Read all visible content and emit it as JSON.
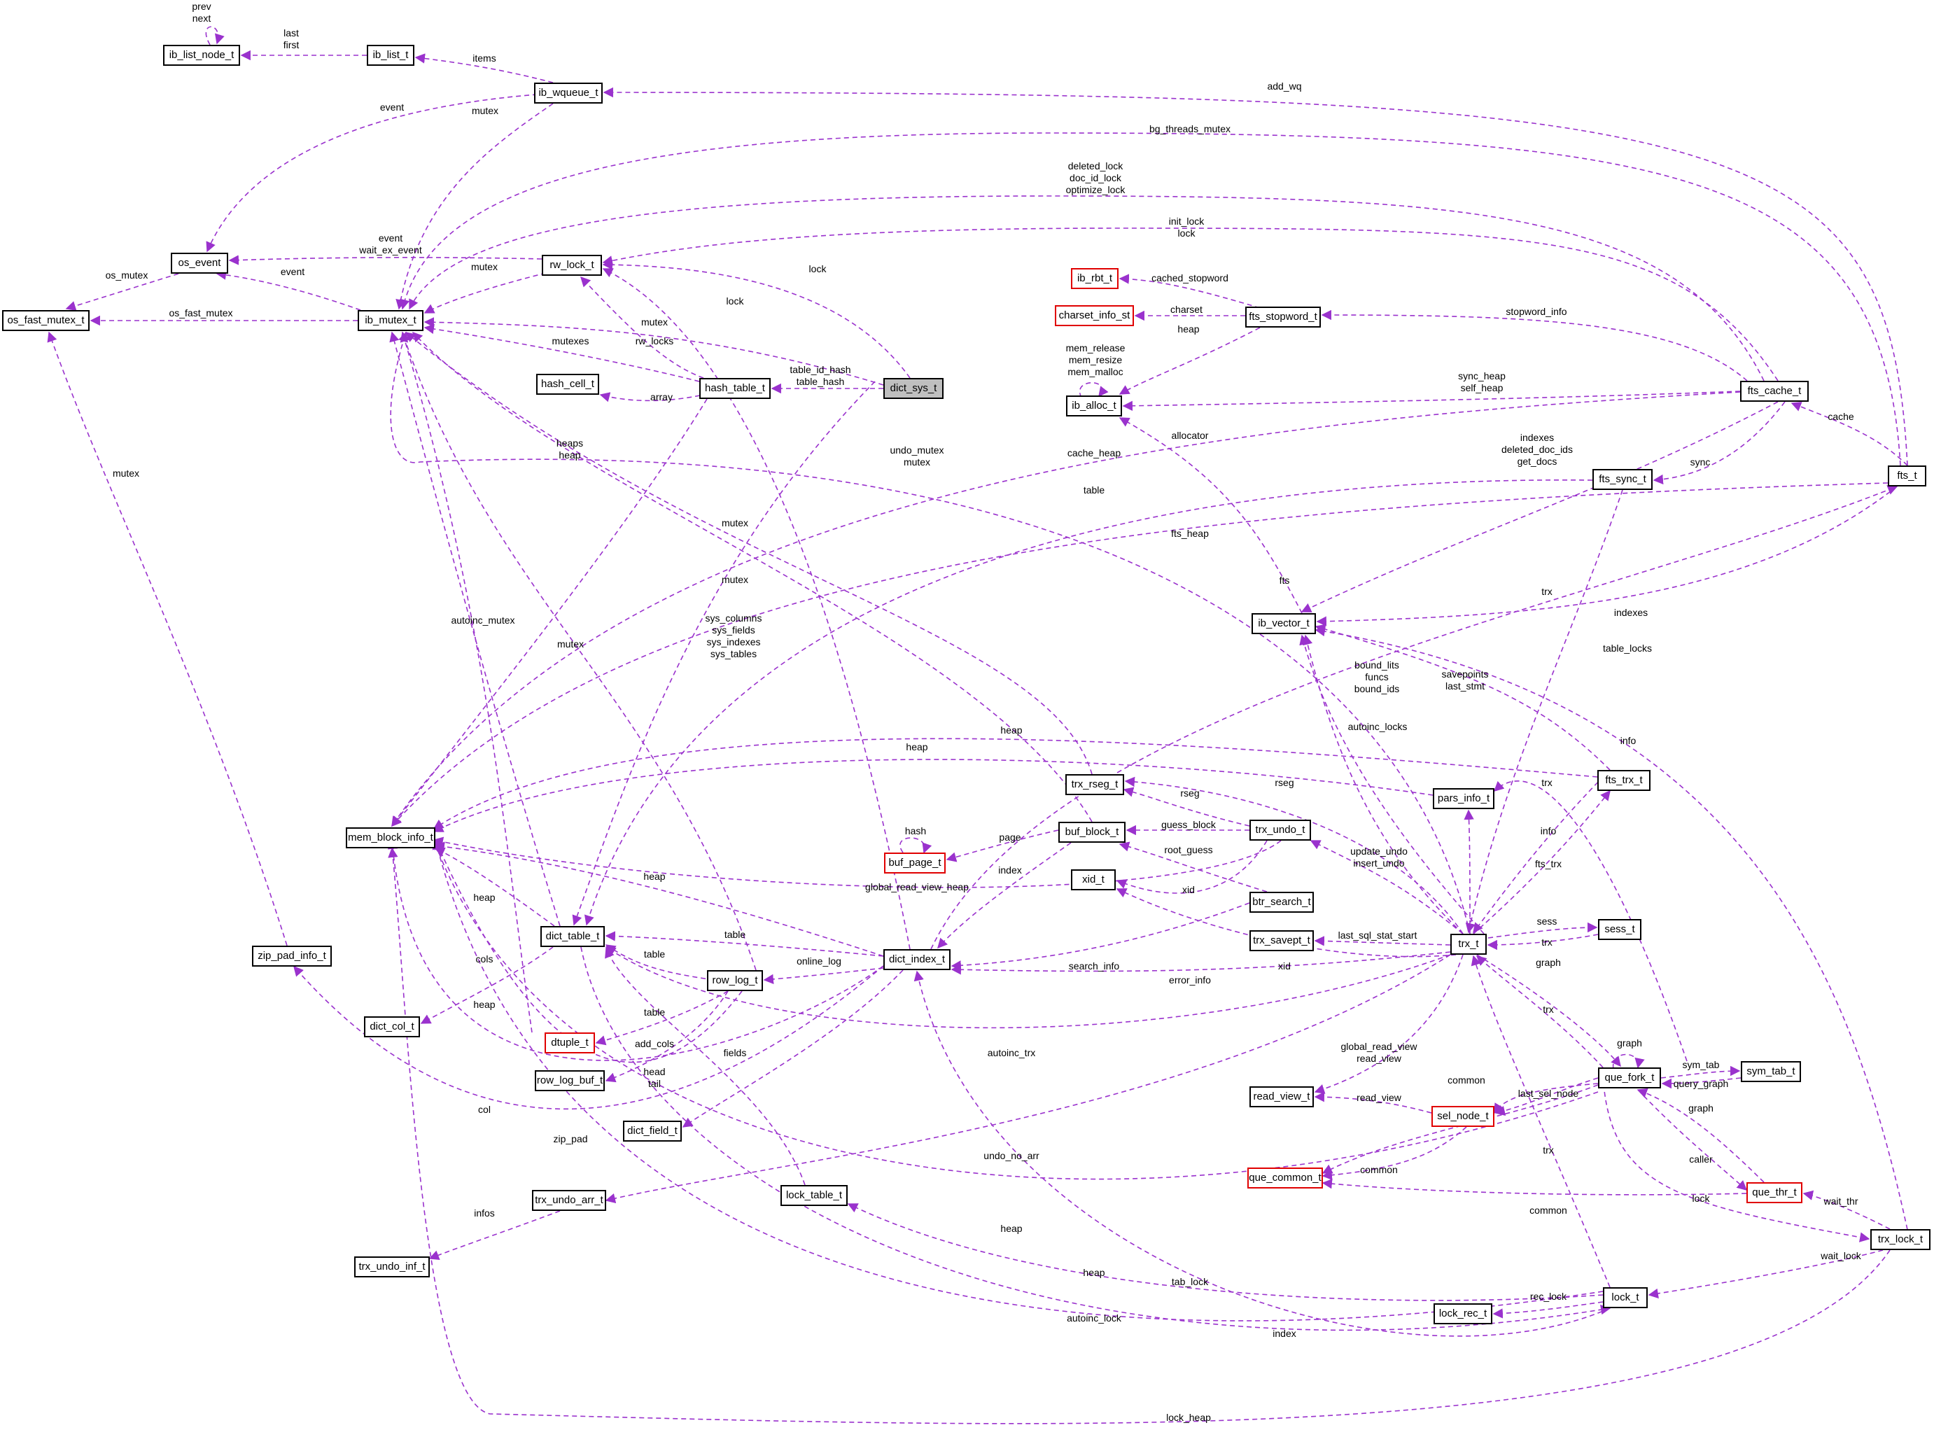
{
  "colors": {
    "edge": "#9a32cd",
    "node_border": "#000000",
    "highlight_border": "#e00000",
    "focus_fill": "#bfbfbf"
  },
  "nodes": {
    "ib_list_node_t": "ib_list_node_t",
    "ib_list_t": "ib_list_t",
    "ib_wqueue_t": "ib_wqueue_t",
    "os_event": "os_event",
    "os_fast_mutex_t": "os_fast_mutex_t",
    "rw_lock_t": "rw_lock_t",
    "ib_mutex_t": "ib_mutex_t",
    "hash_cell_t": "hash_cell_t",
    "hash_table_t": "hash_table_t",
    "dict_sys_t": "dict_sys_t",
    "ib_rbt_t": "ib_rbt_t",
    "charset_info_st": "charset_info_st",
    "fts_stopword_t": "fts_stopword_t",
    "ib_alloc_t": "ib_alloc_t",
    "fts_cache_t": "fts_cache_t",
    "fts_t": "fts_t",
    "fts_sync_t": "fts_sync_t",
    "ib_vector_t": "ib_vector_t",
    "mem_block_info_t": "mem_block_info_t",
    "trx_rseg_t": "trx_rseg_t",
    "buf_page_t": "buf_page_t",
    "buf_block_t": "buf_block_t",
    "trx_undo_t": "trx_undo_t",
    "pars_info_t": "pars_info_t",
    "fts_trx_t": "fts_trx_t",
    "xid_t": "xid_t",
    "btr_search_t": "btr_search_t",
    "trx_savept_t": "trx_savept_t",
    "trx_t": "trx_t",
    "sess_t": "sess_t",
    "zip_pad_info_t": "zip_pad_info_t",
    "dict_table_t": "dict_table_t",
    "dict_index_t": "dict_index_t",
    "row_log_t": "row_log_t",
    "dict_col_t": "dict_col_t",
    "dtuple_t": "dtuple_t",
    "row_log_buf_t": "row_log_buf_t",
    "dict_field_t": "dict_field_t",
    "que_fork_t": "que_fork_t",
    "sym_tab_t": "sym_tab_t",
    "read_view_t": "read_view_t",
    "sel_node_t": "sel_node_t",
    "que_common_t": "que_common_t",
    "que_thr_t": "que_thr_t",
    "trx_undo_arr_t": "trx_undo_arr_t",
    "lock_table_t": "lock_table_t",
    "trx_lock_t": "trx_lock_t",
    "trx_undo_inf_t": "trx_undo_inf_t",
    "lock_t": "lock_t",
    "lock_rec_t": "lock_rec_t"
  },
  "edge_labels": {
    "prev_next": [
      "prev",
      "next"
    ],
    "last_first": [
      "last",
      "first"
    ],
    "items": [
      "items"
    ],
    "add_wq": [
      "add_wq"
    ],
    "event_wq": [
      "event"
    ],
    "mutex_wq": [
      "mutex"
    ],
    "bg_threads_mutex": [
      "bg_threads_mutex"
    ],
    "deleted_lock": [
      "deleted_lock",
      "doc_id_lock",
      "optimize_lock"
    ],
    "init_lock": [
      "init_lock",
      "lock"
    ],
    "os_mutex": [
      "os_mutex"
    ],
    "event_rw": [
      "event",
      "wait_ex_event"
    ],
    "mutex_rw": [
      "mutex"
    ],
    "event_mutex": [
      "event"
    ],
    "os_fast_mutex": [
      "os_fast_mutex"
    ],
    "lock_dict_sys": [
      "lock"
    ],
    "lock_dict_index": [
      "lock"
    ],
    "cached_stopword": [
      "cached_stopword"
    ],
    "charset": [
      "charset"
    ],
    "stopword_info": [
      "stopword_info"
    ],
    "heap_stopword": [
      "heap"
    ],
    "mem_alloc_self": [
      "mem_release",
      "mem_resize",
      "mem_malloc"
    ],
    "mutex_dict_sys": [
      "mutex"
    ],
    "mutexes": [
      "mutexes"
    ],
    "rw_locks": [
      "rw_locks"
    ],
    "table_hash": [
      "table_id_hash",
      "table_hash"
    ],
    "array": [
      "array"
    ],
    "sync_heap": [
      "sync_heap",
      "self_heap"
    ],
    "cache": [
      "cache"
    ],
    "heaps_heap": [
      "heaps",
      "heap"
    ],
    "undo_mutex": [
      "undo_mutex",
      "mutex"
    ],
    "allocator": [
      "allocator"
    ],
    "cache_heap": [
      "cache_heap"
    ],
    "indexes_fts_cache": [
      "indexes",
      "deleted_doc_ids",
      "get_docs"
    ],
    "sync": [
      "sync"
    ],
    "table_fts_sync": [
      "table"
    ],
    "mutex_buf_block": [
      "mutex"
    ],
    "fts_heap": [
      "fts_heap"
    ],
    "mutex_trx_rseg": [
      "mutex"
    ],
    "fts": [
      "fts"
    ],
    "trx_fts_sync": [
      "trx"
    ],
    "indexes_fts_t": [
      "indexes"
    ],
    "sys_tables": [
      "sys_columns",
      "sys_fields",
      "sys_indexes",
      "sys_tables"
    ],
    "autoinc_mutex": [
      "autoinc_mutex"
    ],
    "mutex_row_log": [
      "mutex"
    ],
    "bound_lits": [
      "bound_lits",
      "funcs",
      "bound_ids"
    ],
    "savepoints": [
      "savepoints",
      "last_stmt"
    ],
    "autoinc_locks": [
      "autoinc_locks"
    ],
    "table_locks": [
      "table_locks"
    ],
    "heap_fts_trx": [
      "heap"
    ],
    "heap_pars": [
      "heap"
    ],
    "info": [
      "info"
    ],
    "trx_fts_trx": [
      "trx"
    ],
    "rseg_trx": [
      "rseg"
    ],
    "rseg_undo": [
      "rseg"
    ],
    "hash": [
      "hash"
    ],
    "page": [
      "page"
    ],
    "guess_block": [
      "guess_block"
    ],
    "root_guess": [
      "root_guess"
    ],
    "index": [
      "index"
    ],
    "update_undo": [
      "update_undo",
      "insert_undo"
    ],
    "info_pars": [
      "info"
    ],
    "fts_trx": [
      "fts_trx"
    ],
    "xid_undo": [
      "xid"
    ],
    "global_read_view_heap": [
      "global_read_view_heap"
    ],
    "heap_dict_table": [
      "heap"
    ],
    "heap_dict_index": [
      "heap"
    ],
    "table_dict_index": [
      "table"
    ],
    "table_row_log": [
      "table"
    ],
    "online_log": [
      "online_log"
    ],
    "search_info": [
      "search_info"
    ],
    "last_sql_stat_start": [
      "last_sql_stat_start"
    ],
    "sess": [
      "sess"
    ],
    "trx_sess": [
      "trx"
    ],
    "xid_trx": [
      "xid"
    ],
    "error_info": [
      "error_info"
    ],
    "graph_trx": [
      "graph"
    ],
    "trx_que": [
      "trx"
    ],
    "graph_self": [
      "graph"
    ],
    "cols": [
      "cols"
    ],
    "table_lock_table": [
      "table"
    ],
    "add_cols": [
      "add_cols"
    ],
    "head_tail": [
      "head",
      "tail"
    ],
    "fields": [
      "fields"
    ],
    "autoinc_trx": [
      "autoinc_trx"
    ],
    "sym_tab": [
      "sym_tab"
    ],
    "query_graph": [
      "query_graph"
    ],
    "heap_row_log": [
      "heap"
    ],
    "col": [
      "col"
    ],
    "zip_pad": [
      "zip_pad"
    ],
    "global_read_view": [
      "global_read_view",
      "read_view"
    ],
    "read_view": [
      "read_view"
    ],
    "common_sel": [
      "common"
    ],
    "last_sel_node": [
      "last_sel_node"
    ],
    "graph_que_thr": [
      "graph"
    ],
    "common_que": [
      "common"
    ],
    "caller": [
      "caller"
    ],
    "undo_no_arr": [
      "undo_no_arr"
    ],
    "heap_que": [
      "heap"
    ],
    "common_que_thr": [
      "common"
    ],
    "lock_que_thr": [
      "lock"
    ],
    "wait_thr": [
      "wait_thr"
    ],
    "infos": [
      "infos"
    ],
    "heap_lock": [
      "heap"
    ],
    "tab_lock": [
      "tab_lock"
    ],
    "trx_lock": [
      "trx"
    ],
    "wait_lock": [
      "wait_lock"
    ],
    "rec_lock": [
      "rec_lock"
    ],
    "index_lock": [
      "index"
    ],
    "autoinc_lock": [
      "autoinc_lock"
    ],
    "lock_heap": [
      "lock_heap"
    ],
    "mutex_zip_pad": [
      "mutex"
    ]
  }
}
